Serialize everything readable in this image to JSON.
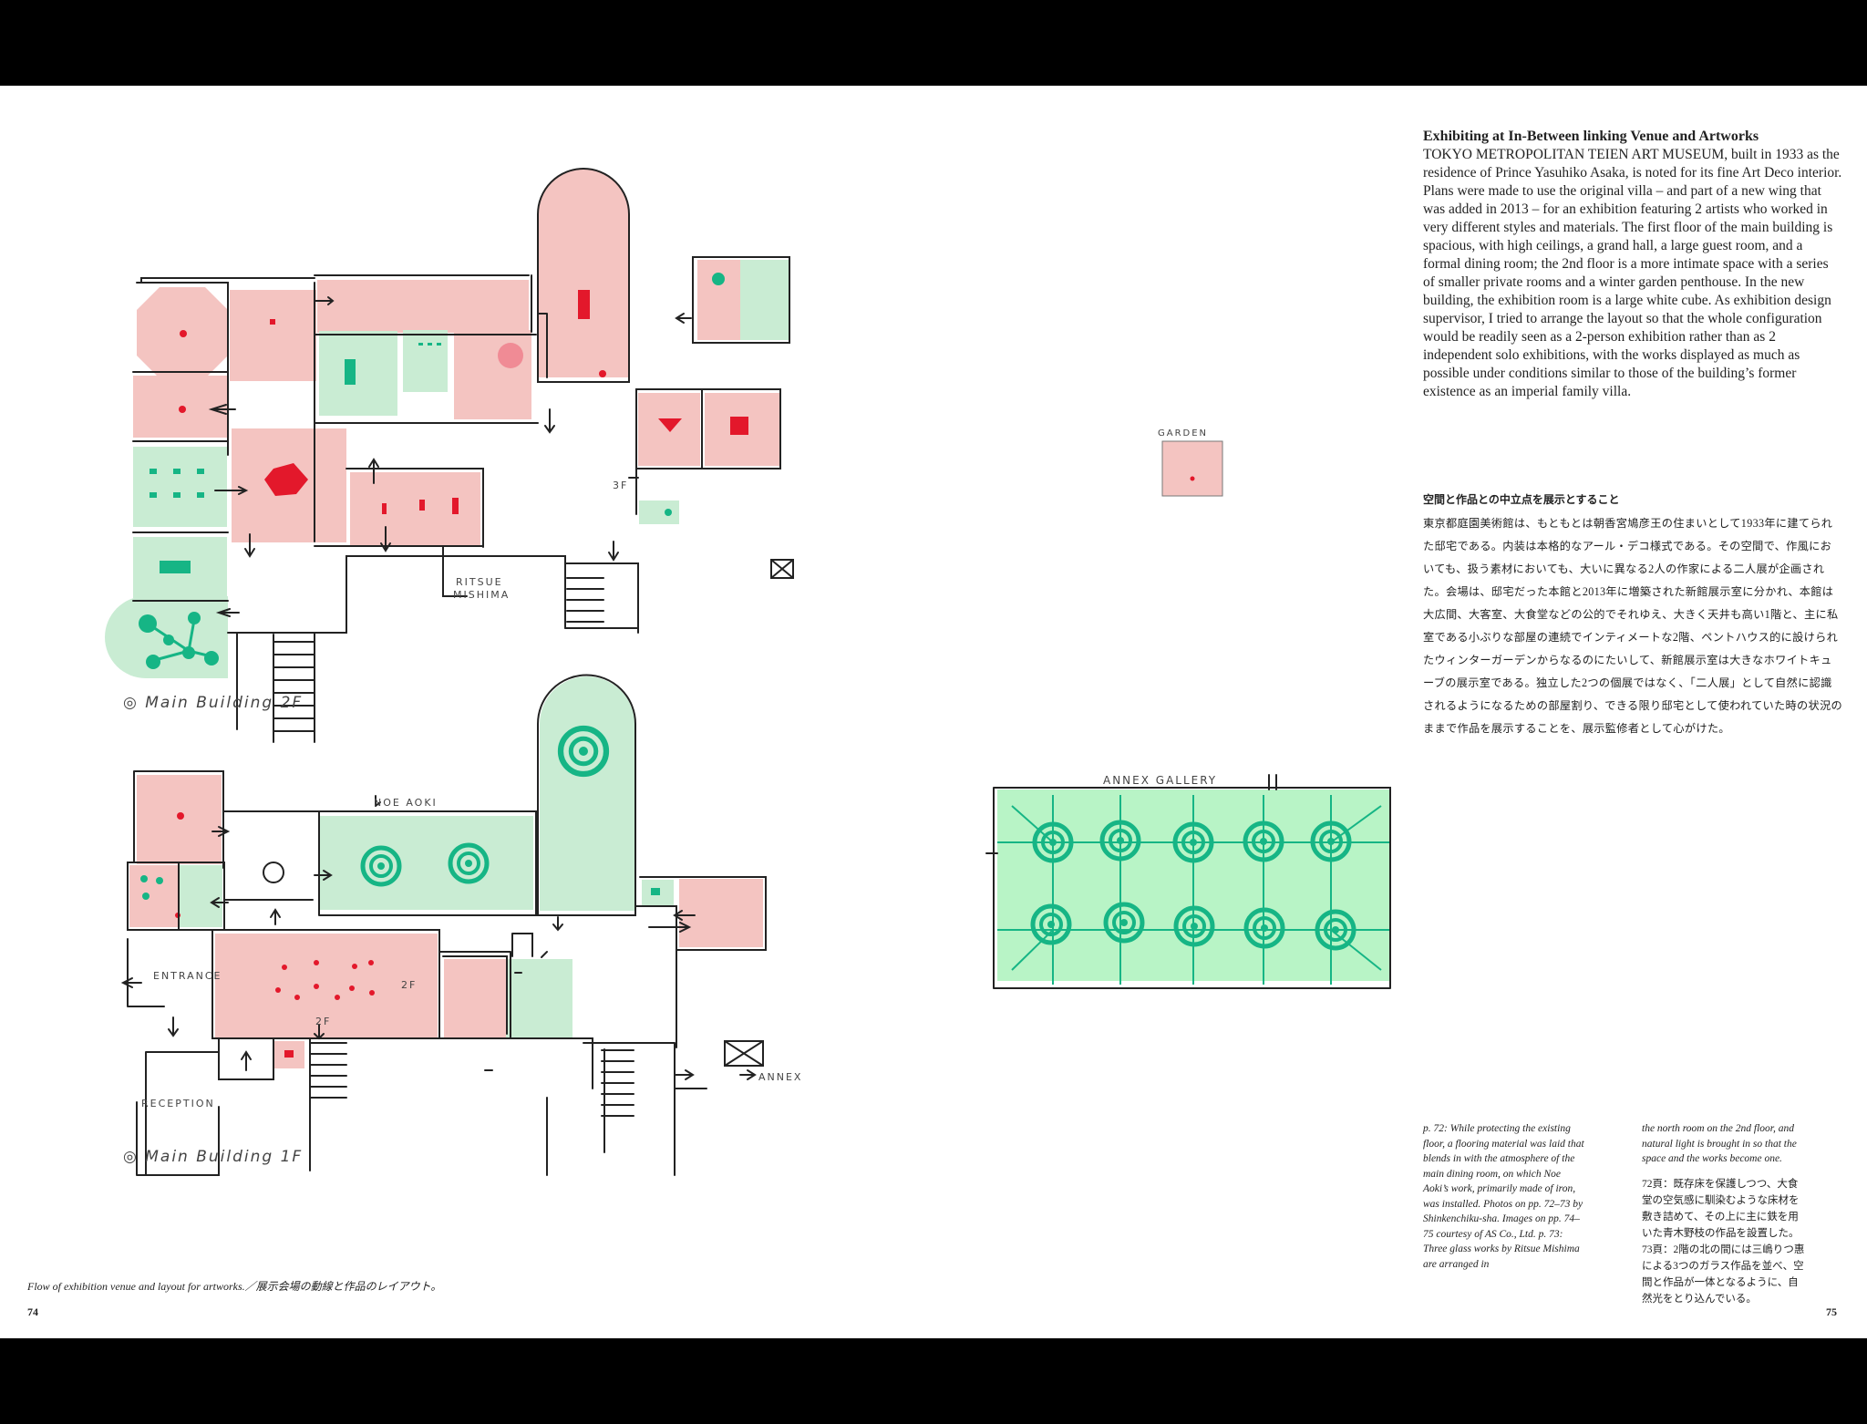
{
  "pages": {
    "left_number": "74",
    "right_number": "75"
  },
  "figure": {
    "caption": "Flow of exhibition venue and layout for artworks.／展示会場の動線と作品のレイアウト。",
    "labels": {
      "floor2": "◎ Main Building 2F",
      "floor1": "◎ Main Building 1F",
      "ritsue": "RITSUE",
      "mishima": "MISHIMA",
      "noe_aoki": "NOE AOKI",
      "entrance": "ENTRANCE",
      "reception": "RECEPTION",
      "annex": "ANNEX",
      "garden": "GARDEN",
      "annex_gallery": "ANNEX GALLERY",
      "stair_3f": "3F",
      "stair_2f": "2F",
      "stair_2f_b": "2F"
    }
  },
  "article": {
    "title_en": "Exhibiting at In-Between linking Venue and Artworks",
    "body_en": "TOKYO METROPOLITAN TEIEN ART MUSEUM, built in 1933 as the residence of Prince Yasuhiko Asaka, is noted for its fine Art Deco interior. Plans were made to use the original villa – and part of a new wing that was added in 2013 – for an exhibition featuring 2 artists who worked in very different styles and materials. The first floor of the main building is spacious, with high ceilings, a grand hall, a large guest room, and a formal dining room; the 2nd floor is a more intimate space with a series of smaller private rooms and a winter garden penthouse. In the new building, the exhibition room is a large white cube. As exhibition design supervisor, I tried to arrange the layout so that the whole configuration would be readily seen as a 2-person exhibition rather than as 2 independent solo exhibitions, with the works displayed as much as possible under conditions similar to those of the building’s former existence as an imperial family villa.",
    "title_ja": "空間と作品との中立点を展示とすること",
    "body_ja": "東京都庭園美術館は、もともとは朝香宮鳩彦王の住まいとして1933年に建てられた邸宅である。内装は本格的なアール・デコ様式である。その空間で、作風においても、扱う素材においても、大いに異なる2人の作家による二人展が企画された。会場は、邸宅だった本館と2013年に増築された新館展示室に分かれ、本館は大広間、大客室、大食堂などの公的でそれゆえ、大きく天井も高い1階と、主に私室である小ぶりな部屋の連続でインティメートな2階、ペントハウス的に設けられたウィンターガーデンからなるのにたいして、新館展示室は大きなホワイトキューブの展示室である。独立した2つの個展ではなく、「二人展」として自然に認識されるようになるための部屋割り、できる限り邸宅として使われていた時の状況のままで作品を展示することを、展示監修者として心がけた。"
  },
  "captions": {
    "col1_en": "p. 72: While protecting the existing floor, a flooring material was laid that blends in with the atmosphere of the main dining room, on which Noe Aoki’s work, primarily made of iron, was installed. Photos on pp. 72–73 by Shinkenchiku-sha. Images on pp. 74–75 courtesy of AS Co., Ltd. p. 73: Three glass works by Ritsue Mishima are arranged in",
    "col2_en": "the north room on the 2nd floor, and natural light is brought in so that the space and the works become one.",
    "col2_ja": "72頁：既存床を保護しつつ、大食堂の空気感に馴染むような床材を敷き詰めて、その上に主に鉄を用いた青木野枝の作品を設置した。73頁：2階の北の間には三嶋りつ惠による3つのガラス作品を並べ、空間と作品が一体となるように、自然光をとり込んでいる。"
  },
  "colors": {
    "pink": "#f4c4c1",
    "green": "#c9ecd3",
    "green_bright": "#b8f4c6",
    "red": "#e3182b",
    "teal": "#1fbf8a"
  }
}
